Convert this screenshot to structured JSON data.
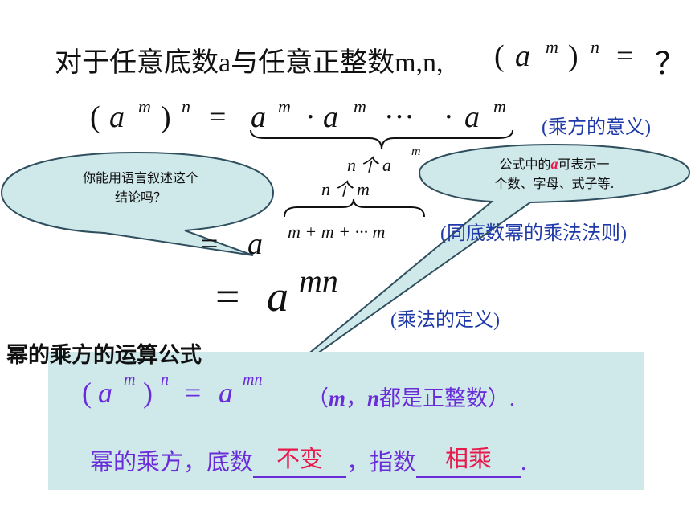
{
  "question": {
    "text": "对于任意底数a与任意正整数m,n,",
    "rhs": "？"
  },
  "sym": {
    "a": "a",
    "m": "m",
    "n": "n",
    "mn": "mn",
    "lp": "(",
    "rp": ")",
    "eq": "=",
    "dot": "·",
    "cdots": "···",
    "plus": "+",
    "mplus": "m + m + ··· m",
    "n_a_m_label": "n 个 a",
    "n_m_label": "n 个 m"
  },
  "notes": {
    "power_meaning": "(乘方的意义)",
    "same_base": "(同底数幂的乘法法则)",
    "mult_def": "(乘法的定义)"
  },
  "bubble_left": {
    "line1": "你能用语言叙述这个",
    "line2": "结论吗？"
  },
  "bubble_right": {
    "prefix": "公式中的",
    "highlight": "a",
    "suffix": "可表示一",
    "line2": "个数、字母、式子等."
  },
  "formula_box": {
    "title": "幂的乘方的运算公式",
    "condition_open": "（",
    "cond_m": "m",
    "cond_sep": "，",
    "cond_n": "n",
    "condition_close": "都是正整数）.",
    "sentence_start": "幂的乘方，底数",
    "blank1": "不变",
    "sentence_mid": "，指数",
    "blank2": "相乘",
    "sentence_end": "."
  },
  "colors": {
    "note_blue": "#1f3aa8",
    "formula_purple": "#6a2bd9",
    "answer_red": "#e8194b",
    "box_bg": "#cfe8ea",
    "bubble_fill": "#cfe8ea",
    "bubble_stroke": "#2f4f5f"
  }
}
